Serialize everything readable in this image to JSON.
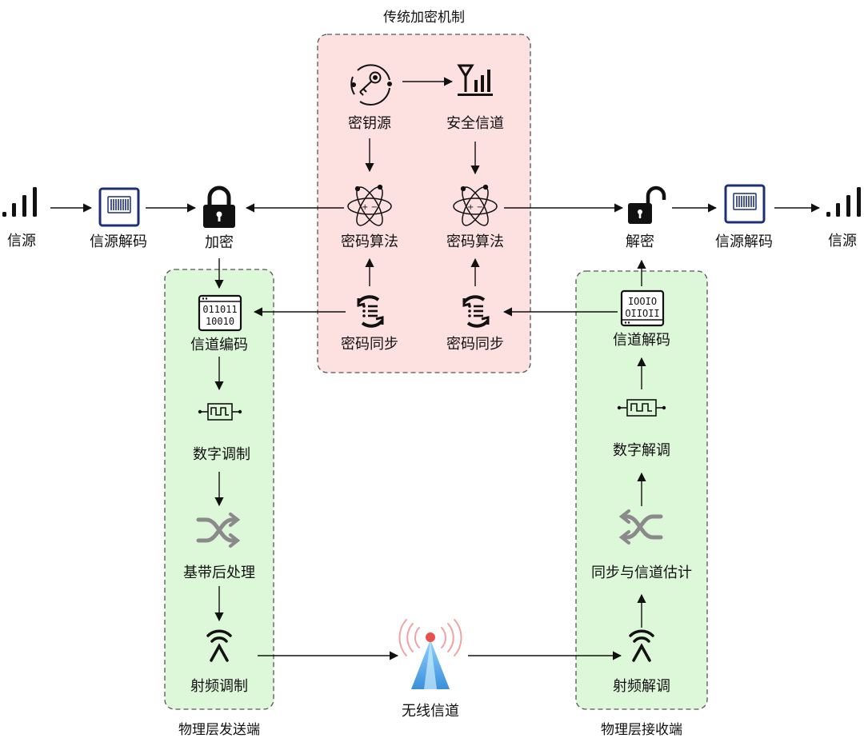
{
  "groups": {
    "traditional": {
      "title": "传统加密机制",
      "fill": "#fde0e0",
      "stroke": "#555555"
    },
    "tx": {
      "title": "物理层发送端",
      "fill": "#ddf7d9",
      "stroke": "#555555"
    },
    "rx": {
      "title": "物理层接收端",
      "fill": "#ddf7d9",
      "stroke": "#555555"
    }
  },
  "nodes": {
    "source_left": {
      "label": "信源",
      "icon": "signal-bars-icon"
    },
    "source_decode_left": {
      "label": "信源解码",
      "icon": "barcode-icon"
    },
    "encrypt": {
      "label": "加密",
      "icon": "locked-padlock-icon"
    },
    "key_source": {
      "label": "密钥源",
      "icon": "key-disc-icon"
    },
    "secure_channel": {
      "label": "安全信道",
      "icon": "antenna-signal-icon"
    },
    "cipher_algo_left": {
      "label": "密码算法",
      "icon": "atom-icon"
    },
    "cipher_algo_right": {
      "label": "密码算法",
      "icon": "atom-icon"
    },
    "cipher_sync_left": {
      "label": "密码同步",
      "icon": "sync-list-icon"
    },
    "cipher_sync_right": {
      "label": "密码同步",
      "icon": "sync-list-icon"
    },
    "decrypt": {
      "label": "解密",
      "icon": "unlocked-padlock-icon"
    },
    "source_decode_right": {
      "label": "信源解码",
      "icon": "barcode-icon"
    },
    "source_right": {
      "label": "信源",
      "icon": "signal-bars-icon"
    },
    "channel_encode": {
      "label": "信道编码",
      "icon": "binary-screen-icon",
      "binary": [
        "011011",
        "10010"
      ]
    },
    "digital_mod": {
      "label": "数字调制",
      "icon": "square-wave-icon"
    },
    "baseband_post": {
      "label": "基带后处理",
      "icon": "shuffle-icon"
    },
    "rf_mod": {
      "label": "射频调制",
      "icon": "wireless-antenna-icon"
    },
    "wireless_channel": {
      "label": "无线信道",
      "icon": "radio-tower-icon"
    },
    "rf_demod": {
      "label": "射频解调",
      "icon": "wireless-antenna-icon"
    },
    "sync_channel_est": {
      "label": "同步与信道估计",
      "icon": "shuffle-icon"
    },
    "digital_demod": {
      "label": "数字解调",
      "icon": "square-wave-icon"
    },
    "channel_decode": {
      "label": "信道解码",
      "icon": "binary-screen-icon",
      "binary": [
        "IOOIO",
        "OIIOII"
      ]
    }
  },
  "edges": [
    {
      "from": "source_left",
      "to": "source_decode_left"
    },
    {
      "from": "source_decode_left",
      "to": "encrypt"
    },
    {
      "from": "cipher_algo_left",
      "to": "encrypt"
    },
    {
      "from": "key_source",
      "to": "secure_channel"
    },
    {
      "from": "key_source",
      "to": "cipher_algo_left"
    },
    {
      "from": "secure_channel",
      "to": "cipher_algo_right"
    },
    {
      "from": "cipher_sync_left",
      "to": "cipher_algo_left"
    },
    {
      "from": "cipher_sync_right",
      "to": "cipher_algo_right"
    },
    {
      "from": "cipher_algo_right",
      "to": "decrypt"
    },
    {
      "from": "decrypt",
      "to": "source_decode_right"
    },
    {
      "from": "source_decode_right",
      "to": "source_right"
    },
    {
      "from": "encrypt",
      "to": "channel_encode"
    },
    {
      "from": "cipher_sync_left",
      "to": "channel_encode"
    },
    {
      "from": "channel_encode",
      "to": "digital_mod"
    },
    {
      "from": "digital_mod",
      "to": "baseband_post"
    },
    {
      "from": "baseband_post",
      "to": "rf_mod"
    },
    {
      "from": "rf_mod",
      "to": "wireless_channel"
    },
    {
      "from": "wireless_channel",
      "to": "rf_demod"
    },
    {
      "from": "rf_demod",
      "to": "sync_channel_est"
    },
    {
      "from": "sync_channel_est",
      "to": "digital_demod"
    },
    {
      "from": "digital_demod",
      "to": "channel_decode"
    },
    {
      "from": "channel_decode",
      "to": "cipher_sync_right"
    },
    {
      "from": "channel_decode",
      "to": "decrypt"
    }
  ]
}
